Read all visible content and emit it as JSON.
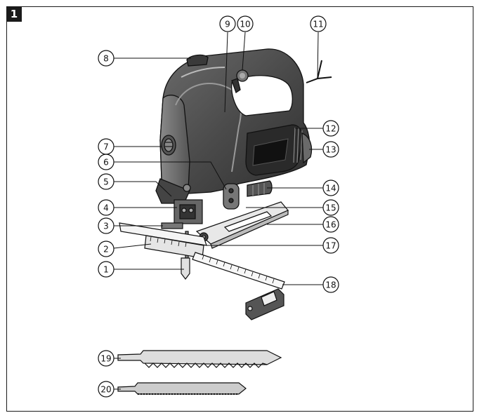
{
  "figure": {
    "number": "1"
  },
  "callouts": [
    "1",
    "2",
    "3",
    "4",
    "5",
    "6",
    "7",
    "8",
    "9",
    "10",
    "11",
    "12",
    "13",
    "14",
    "15",
    "16",
    "17",
    "18",
    "19",
    "20"
  ]
}
